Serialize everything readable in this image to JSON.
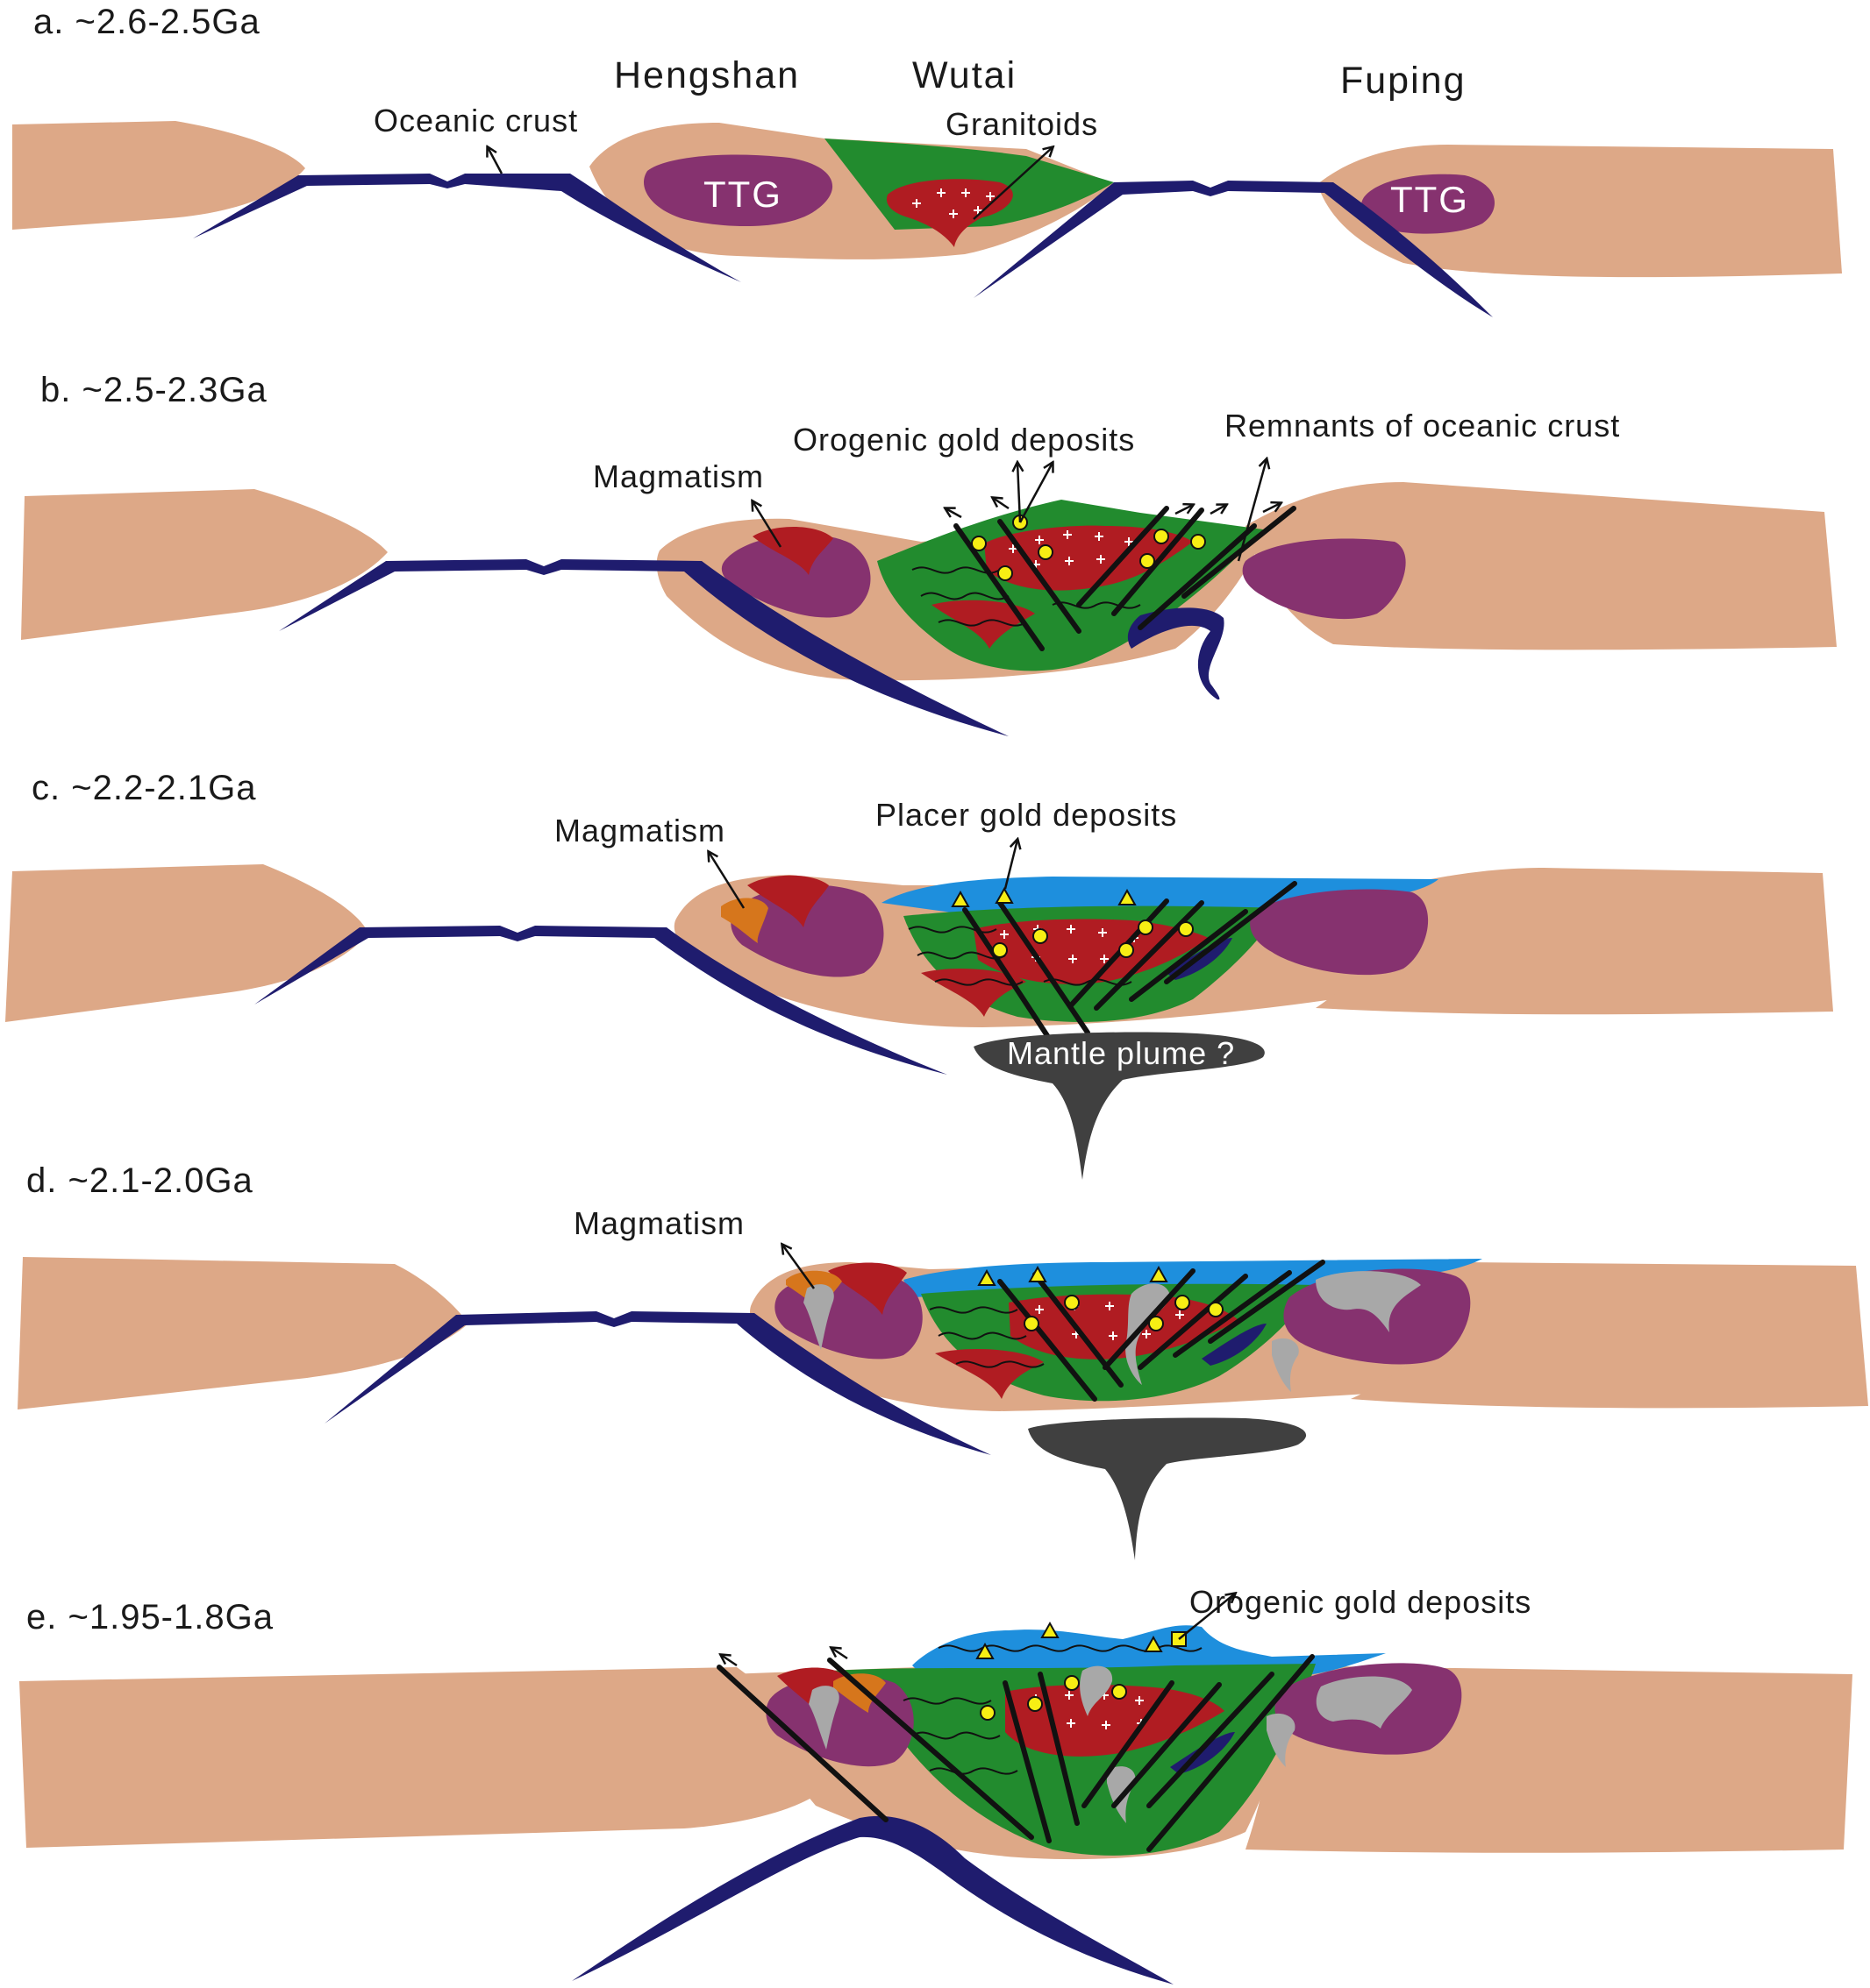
{
  "panels": [
    {
      "id": "a",
      "label": "a.  ~2.6-2.5Ga",
      "regions": [
        "Hengshan",
        "Wutai",
        "Fuping"
      ],
      "annotations": [
        "Oceanic crust",
        "Granitoids"
      ],
      "units": [
        "TTG",
        "TTG"
      ]
    },
    {
      "id": "b",
      "label": "b.  ~2.5-2.3Ga",
      "annotations": [
        "Magmatism",
        "Orogenic gold deposits",
        "Remnants of oceanic crust"
      ]
    },
    {
      "id": "c",
      "label": "c. ~2.2-2.1Ga",
      "annotations": [
        "Magmatism",
        "Placer gold deposits",
        "Mantle plume ?"
      ]
    },
    {
      "id": "d",
      "label": "d. ~2.1-2.0Ga",
      "annotations": [
        "Magmatism"
      ]
    },
    {
      "id": "e",
      "label": "e. ~1.95-1.8Ga",
      "annotations": [
        "Orogenic gold deposits"
      ]
    }
  ],
  "colors": {
    "crust": "#DDA887",
    "oceanic_slab": "#1F1C6E",
    "ttg": "#86326F",
    "greenstone": "#228B2E",
    "granitoid": "#B01C22",
    "basin": "#1E8FDD",
    "orange_intrusion": "#D6761C",
    "grey_intrusion": "#A8A8A8",
    "mantle_plume": "#404040",
    "gold_marker": "#F7EE14"
  }
}
